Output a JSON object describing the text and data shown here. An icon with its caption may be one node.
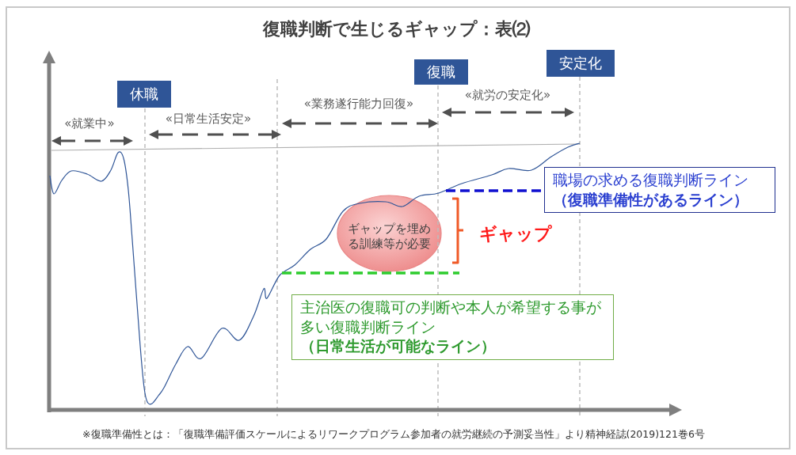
{
  "diagram": {
    "title": "復職判断で生じるギャップ：表⑵",
    "nodes": [
      {
        "text": [
          "休職"
        ]
      },
      {
        "text": [
          "復職"
        ]
      },
      {
        "text": [
          "安定化"
        ]
      },
      {
        "text": [
          "ギャップを埋める訓練等が必要"
        ]
      },
      {
        "text": [
          "職場の求める復職判断ライン",
          "（復職準備性があるライン）"
        ]
      },
      {
        "text": [
          "主治医の復職可の判断や本人が希望する事が多い復職判断ライン",
          "（日常生活が可能なライン）"
        ]
      }
    ],
    "labels": [
      "«就業中»",
      "«日常生活安定»",
      "«業務遂行能力回復»",
      "«就労の安定化»",
      "ギャップ",
      "※復職準備性とは：「復職準備評価スケールによるリワークプログラム参加者の就労継続の予測妥当性」より精神経誌(2019)121巻6号"
    ]
  }
}
